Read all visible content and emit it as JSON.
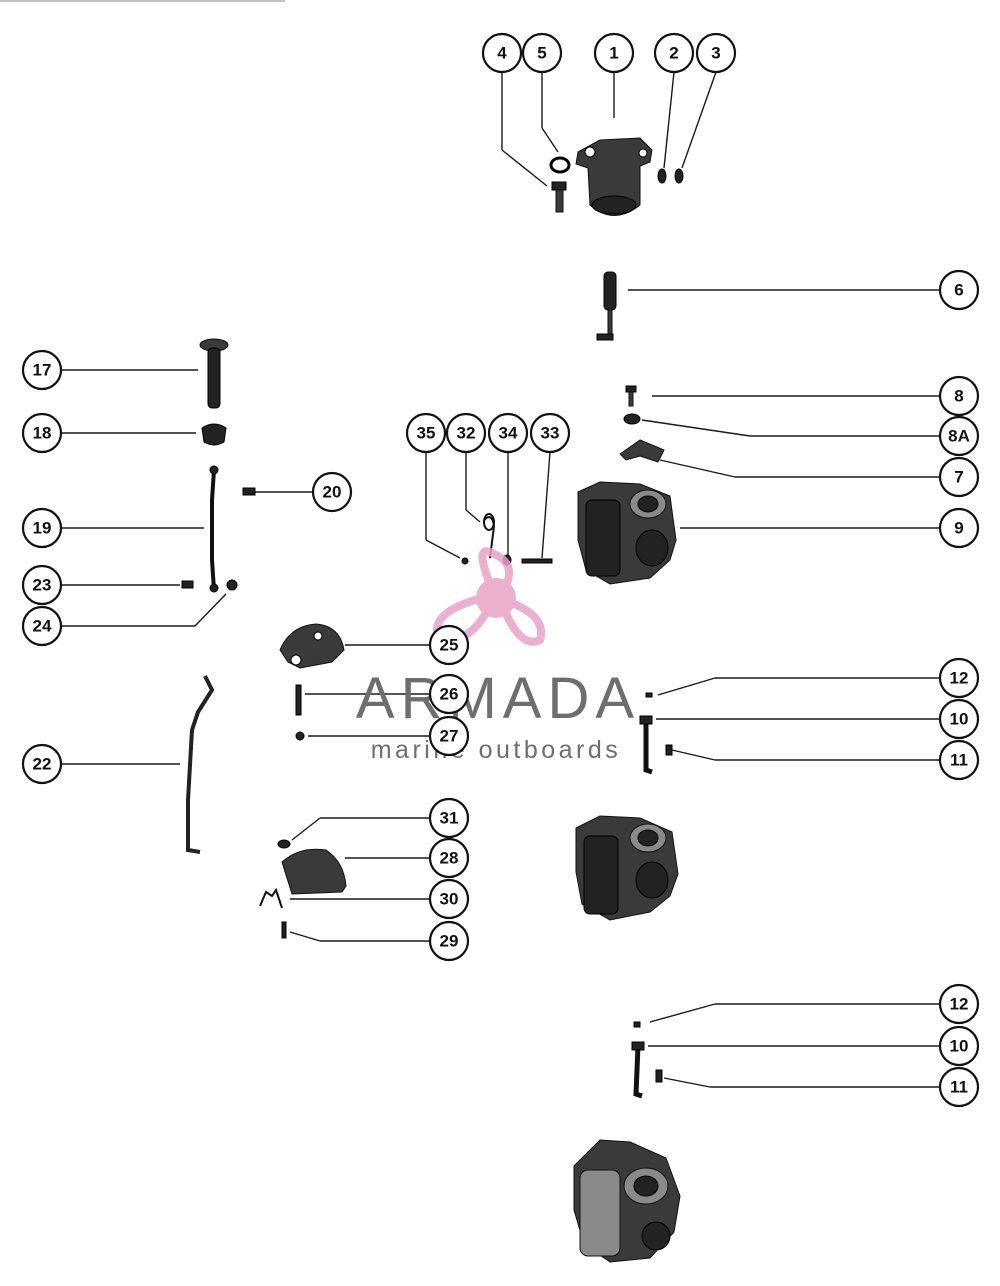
{
  "callouts": [
    {
      "id": "c1",
      "label": "1"
    },
    {
      "id": "c2",
      "label": "2"
    },
    {
      "id": "c3",
      "label": "3"
    },
    {
      "id": "c4",
      "label": "4"
    },
    {
      "id": "c5",
      "label": "5"
    },
    {
      "id": "c6",
      "label": "6"
    },
    {
      "id": "c7",
      "label": "7"
    },
    {
      "id": "c8",
      "label": "8"
    },
    {
      "id": "c8a",
      "label": "8A"
    },
    {
      "id": "c9",
      "label": "9"
    },
    {
      "id": "c10a",
      "label": "10"
    },
    {
      "id": "c10b",
      "label": "10"
    },
    {
      "id": "c11a",
      "label": "11"
    },
    {
      "id": "c11b",
      "label": "11"
    },
    {
      "id": "c12a",
      "label": "12"
    },
    {
      "id": "c12b",
      "label": "12"
    },
    {
      "id": "c17",
      "label": "17"
    },
    {
      "id": "c18",
      "label": "18"
    },
    {
      "id": "c19",
      "label": "19"
    },
    {
      "id": "c20",
      "label": "20"
    },
    {
      "id": "c22",
      "label": "22"
    },
    {
      "id": "c23",
      "label": "23"
    },
    {
      "id": "c24",
      "label": "24"
    },
    {
      "id": "c25",
      "label": "25"
    },
    {
      "id": "c26",
      "label": "26"
    },
    {
      "id": "c27",
      "label": "27"
    },
    {
      "id": "c28",
      "label": "28"
    },
    {
      "id": "c29",
      "label": "29"
    },
    {
      "id": "c30",
      "label": "30"
    },
    {
      "id": "c31",
      "label": "31"
    },
    {
      "id": "c32",
      "label": "32"
    },
    {
      "id": "c33",
      "label": "33"
    },
    {
      "id": "c34",
      "label": "34"
    },
    {
      "id": "c35",
      "label": "35"
    }
  ],
  "watermark": {
    "brand": "ARMADA",
    "tagline": "marine outboards",
    "logo_color": "#e7a3c6",
    "text_color": "#6e6e6e"
  }
}
